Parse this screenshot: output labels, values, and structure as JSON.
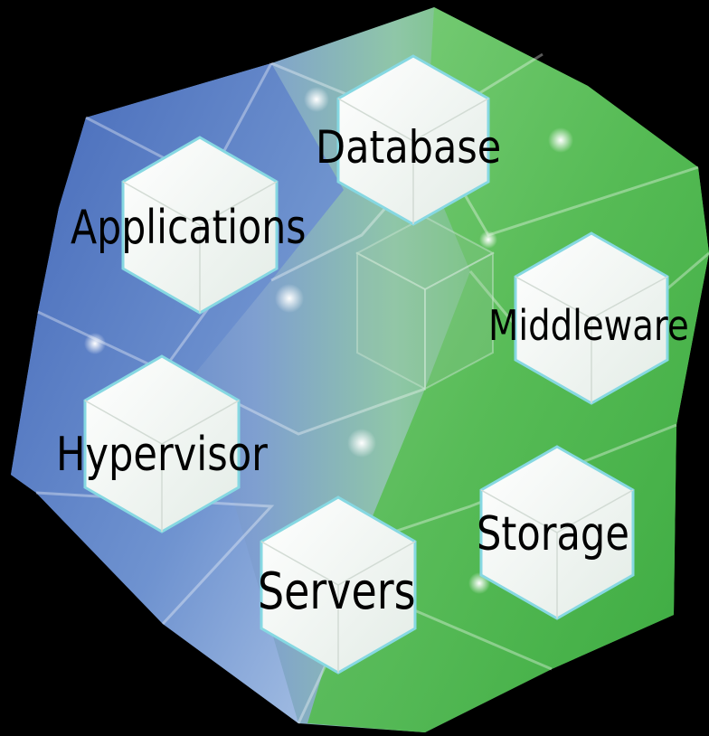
{
  "nodes": [
    {
      "id": "database",
      "label": "Database"
    },
    {
      "id": "applications",
      "label": "Applications"
    },
    {
      "id": "middleware",
      "label": "Middleware"
    },
    {
      "id": "hypervisor",
      "label": "Hypervisor"
    },
    {
      "id": "storage",
      "label": "Storage"
    },
    {
      "id": "servers",
      "label": "Servers"
    }
  ],
  "colors": {
    "background": "#000000",
    "blue_face": "#5a82c8",
    "green_face": "#5fbf5a",
    "hexagon_fill": "#eef3ee",
    "hexagon_stroke": "#7fd6e0",
    "label_text": "#000000"
  }
}
